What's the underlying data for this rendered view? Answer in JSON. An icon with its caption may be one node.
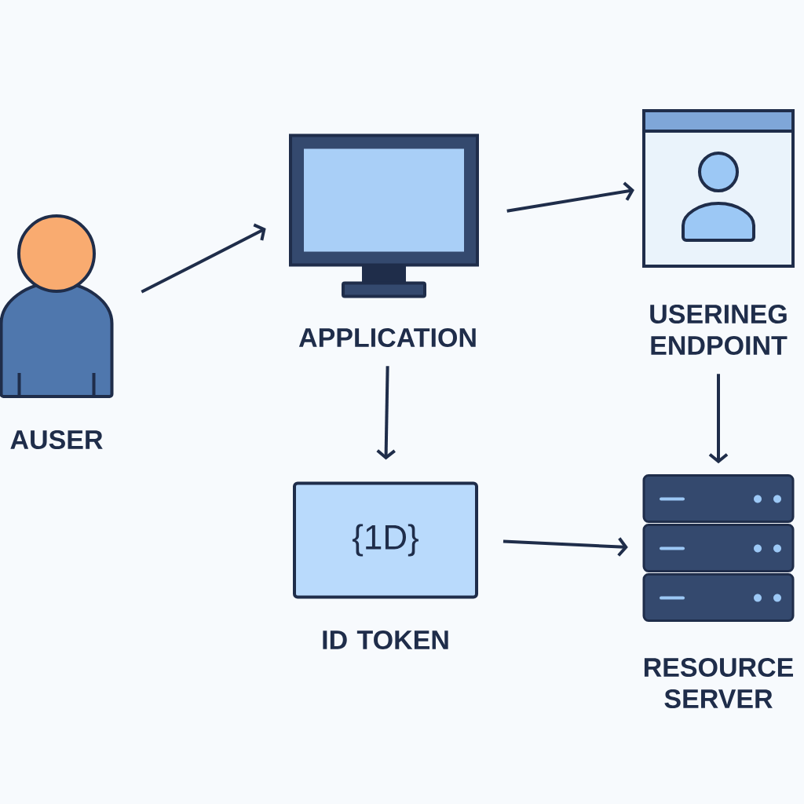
{
  "diagram": {
    "nodes": [
      {
        "text": [
          "AUSER"
        ]
      },
      {
        "text": [
          "APPLICATION"
        ]
      },
      {
        "text": [
          "USERINEG ENDPOINT"
        ]
      },
      {
        "text": [
          "{1D}",
          "ID TOKEN"
        ]
      },
      {
        "text": [
          "RESOURCE SERVER"
        ]
      }
    ],
    "edges": [
      {
        "from": 0,
        "to": 1,
        "arrow": "to"
      },
      {
        "from": 1,
        "to": 2,
        "arrow": "to"
      },
      {
        "from": 1,
        "to": 3,
        "arrow": "to"
      },
      {
        "from": 2,
        "to": 4,
        "arrow": "to"
      },
      {
        "from": 3,
        "to": 4,
        "arrow": "to"
      }
    ]
  }
}
